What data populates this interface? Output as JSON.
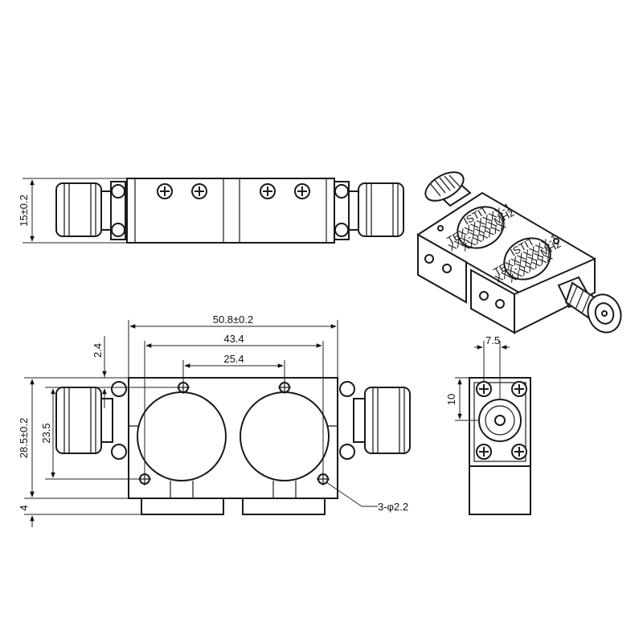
{
  "dimensions": {
    "side_height": "15±0.2",
    "overall_length": "50.8±0.2",
    "hole_span": "43.4",
    "center_span": "25.4",
    "edge_offset": "2.4",
    "overall_height": "28.5±0.2",
    "hole_vertical": "23.5",
    "base_thickness": "4",
    "hole_callout": "3-φ2.2",
    "end_horizontal": "7.5",
    "end_vertical": "10"
  },
  "isometric": {
    "label_logo": "ISTIT",
    "label_line1": "TEXXXXXXX-1",
    "label_line2": "XXX-XXXXMHz",
    "label_line3": "XXXXXXX"
  },
  "colors": {
    "line": "#1a1a1a",
    "background": "#ffffff"
  }
}
